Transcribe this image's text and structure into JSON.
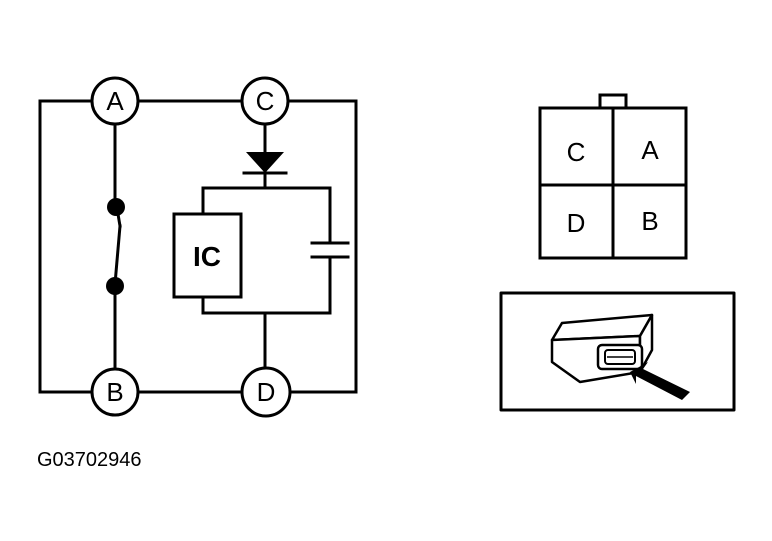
{
  "schematic": {
    "nodes": {
      "a": "A",
      "b": "B",
      "c": "C",
      "d": "D"
    },
    "ic_label": "IC"
  },
  "connector": {
    "pins": {
      "top_left": "C",
      "top_right": "A",
      "bottom_left": "D",
      "bottom_right": "B"
    }
  },
  "figure_id": "G03702946"
}
